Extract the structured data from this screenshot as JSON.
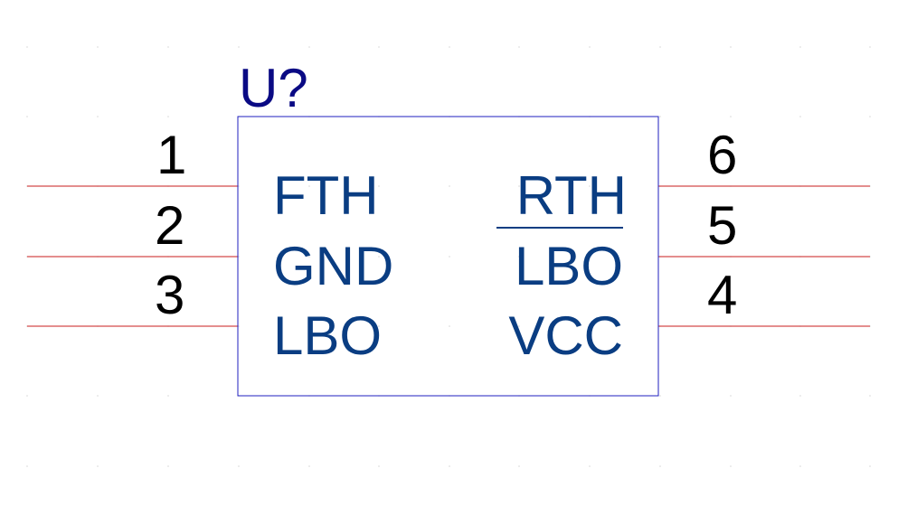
{
  "component": {
    "reference": "U?",
    "colors": {
      "outline": "#1f1fbf",
      "reference_text": "#0a0a84",
      "pin_name_text": "#0a3d82",
      "pin_number_text": "#000000",
      "pin_line": "#c81e1e",
      "grid_dot": "#d8d8d8"
    },
    "left_pins": [
      {
        "number": "1",
        "name": "FTH"
      },
      {
        "number": "2",
        "name": "GND"
      },
      {
        "number": "3",
        "name": "LBO"
      }
    ],
    "right_pins": [
      {
        "number": "6",
        "name": "RTH",
        "active_low": false
      },
      {
        "number": "5",
        "name": "LBO",
        "active_low": true
      },
      {
        "number": "4",
        "name": "VCC",
        "active_low": false
      }
    ]
  }
}
